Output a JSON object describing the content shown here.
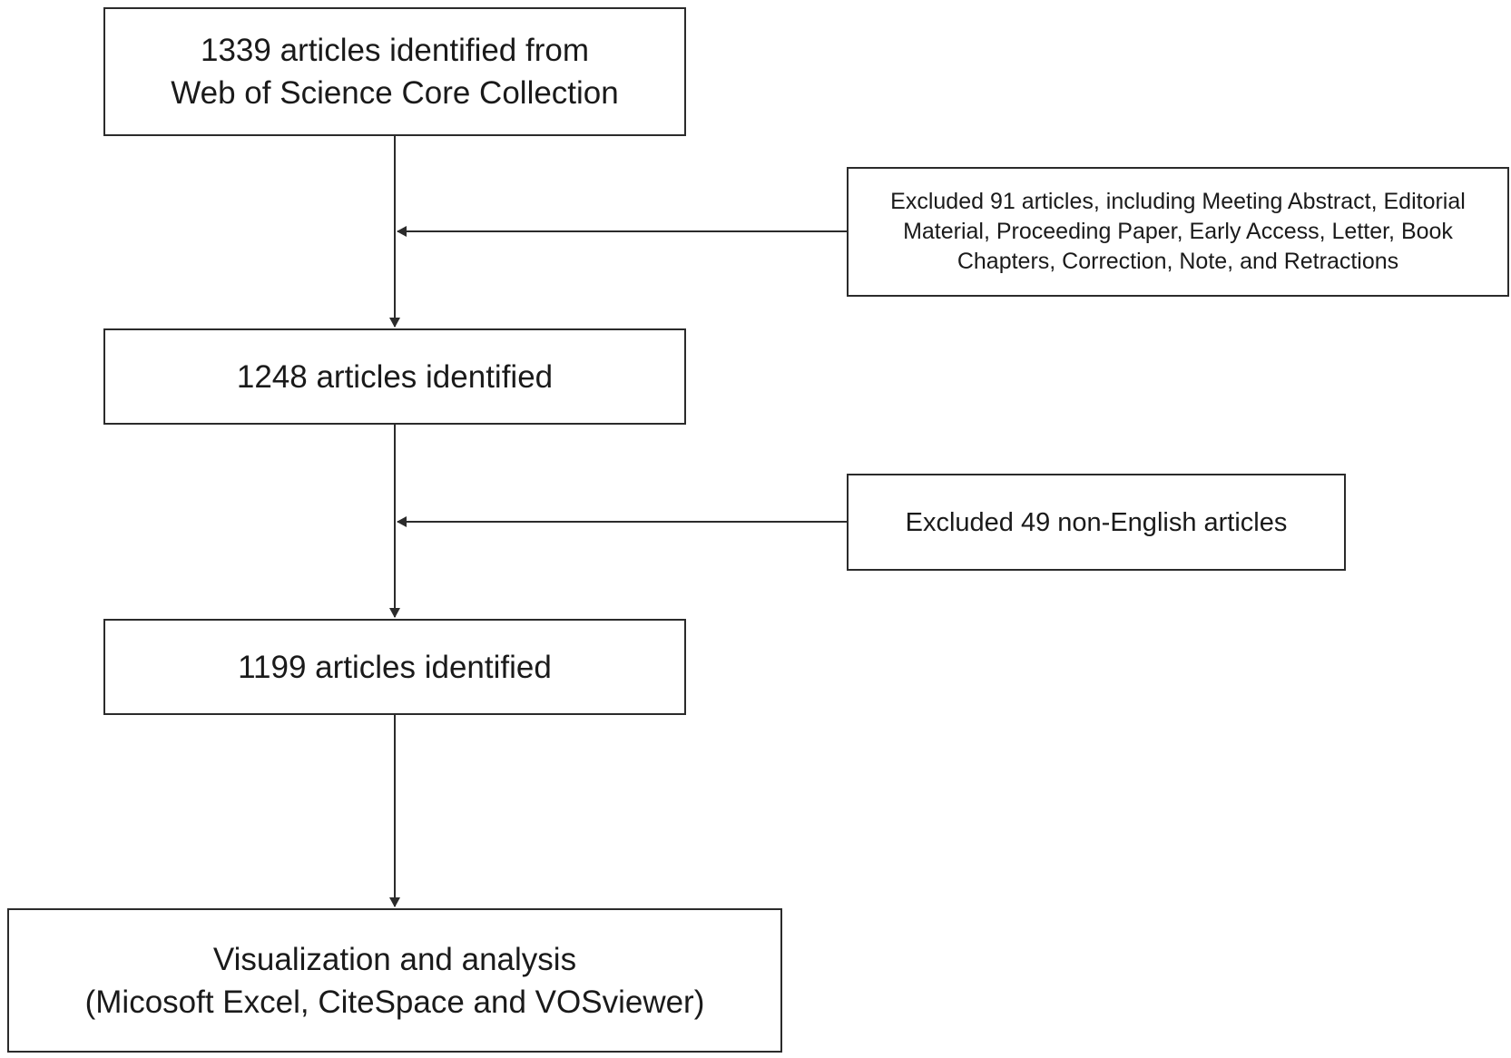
{
  "flowchart": {
    "main_steps": [
      {
        "lines": [
          "1339 articles identified from",
          "Web of Science Core Collection"
        ]
      },
      {
        "lines": [
          "1248 articles identified"
        ]
      },
      {
        "lines": [
          "1199 articles identified"
        ]
      },
      {
        "lines": [
          "Visualization and analysis",
          "(Micosoft Excel, CiteSpace and VOSviewer)"
        ]
      }
    ],
    "exclusions": [
      {
        "lines": [
          "Excluded 91 articles, including Meeting Abstract, Editorial",
          "Material, Proceeding Paper, Early Access, Letter, Book",
          "Chapters, Correction, Note, and Retractions"
        ]
      },
      {
        "lines": [
          "Excluded 49 non-English articles"
        ]
      }
    ]
  },
  "colors": {
    "stroke": "#2b2b2b",
    "text": "#1a1a1a",
    "background": "#ffffff"
  }
}
